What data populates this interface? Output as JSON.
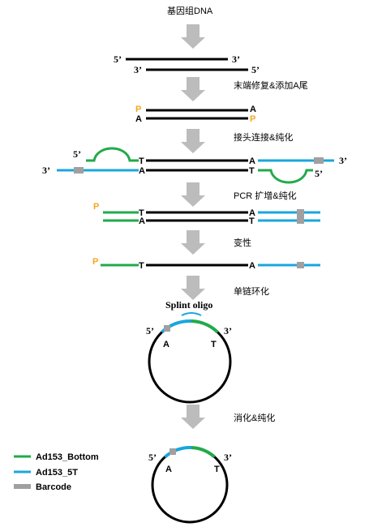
{
  "steps": {
    "s0": "基因组DNA",
    "s1": "末端修复&添加A尾",
    "s2": "接头连接&纯化",
    "s3": "PCR 扩增&纯化",
    "s4": "变性",
    "s5": "单链环化",
    "s6": "消化&纯化"
  },
  "strand_labels": {
    "five_prime": "5’",
    "three_prime": "3’",
    "phosphate": "P",
    "base_a": "A",
    "base_t": "T"
  },
  "splint_label": "Splint oligo",
  "legend": {
    "items": [
      {
        "label": "Ad153_Bottom",
        "color": "#22aa4a"
      },
      {
        "label": "Ad153_5T",
        "color": "#1aa6dc"
      },
      {
        "label": "Barcode",
        "color": "#a0a0a0"
      }
    ]
  },
  "colors": {
    "dna": "#000000",
    "bottom_adapter": "#22aa4a",
    "top_adapter": "#1aa6dc",
    "barcode": "#a0a0a0",
    "phosphate": "#f5a623",
    "arrow": "#bcbcbc"
  }
}
